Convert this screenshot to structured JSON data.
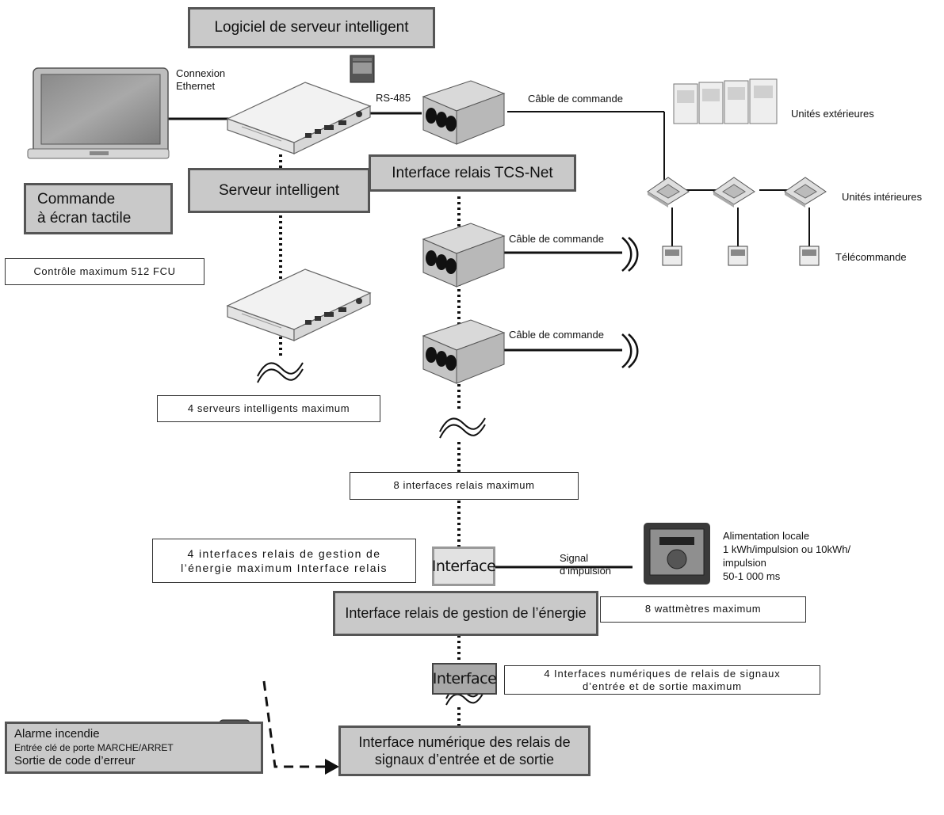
{
  "boxes": {
    "software": "Logiciel de serveur intelligent",
    "server": "Serveur intelligent",
    "tcs_relay": "Interface relais TCS-Net",
    "touch_line1": "Commande",
    "touch_line2": "à écran tactile",
    "energy_relay": "Interface relais de gestion de l’énergie",
    "digital_relay_line1": "Interface numérique des relais de",
    "digital_relay_line2": "signaux d’entrée et de sortie",
    "alarm_line1": "Alarme incendie",
    "alarm_line2": "Entrée clé de porte MARCHE/ARRET",
    "alarm_line3": "Sortie de code d’erreur"
  },
  "notes": {
    "max_fcu": "Contrôle maximum 512 FCU",
    "max_servers": "4 serveurs intelligents maximum",
    "max_relays": "8 interfaces relais maximum",
    "max_energy_line1": "4 interfaces relais de gestion de",
    "max_energy_line2": "l’énergie maximum Interface relais",
    "max_wattmeters": "8 wattmètres maximum",
    "max_digital_line1": "4 Interfaces numériques de relais de signaux",
    "max_digital_line2": "d’entrée et de sortie maximum"
  },
  "labels": {
    "ethernet_line1": "Connexion",
    "ethernet_line2": "Ethernet",
    "rs485": "RS-485",
    "control_cable": "Câble de commande",
    "control_cable_2": "Câble de commande",
    "control_cable_3": "Câble de commande",
    "outdoor_units": "Unités extérieures",
    "indoor_units": "Unités intérieures",
    "remote": "Télécommande",
    "pulse_line1": "Signal",
    "pulse_line2": "d’impulsion",
    "power_line1": "Alimentation locale",
    "power_line2": "1 kWh/impulsion ou 10kWh/",
    "power_line3": "impulsion",
    "power_line4": "50-1 000 ms"
  },
  "interface": {
    "upper": "Interface",
    "lower": "Interface"
  }
}
